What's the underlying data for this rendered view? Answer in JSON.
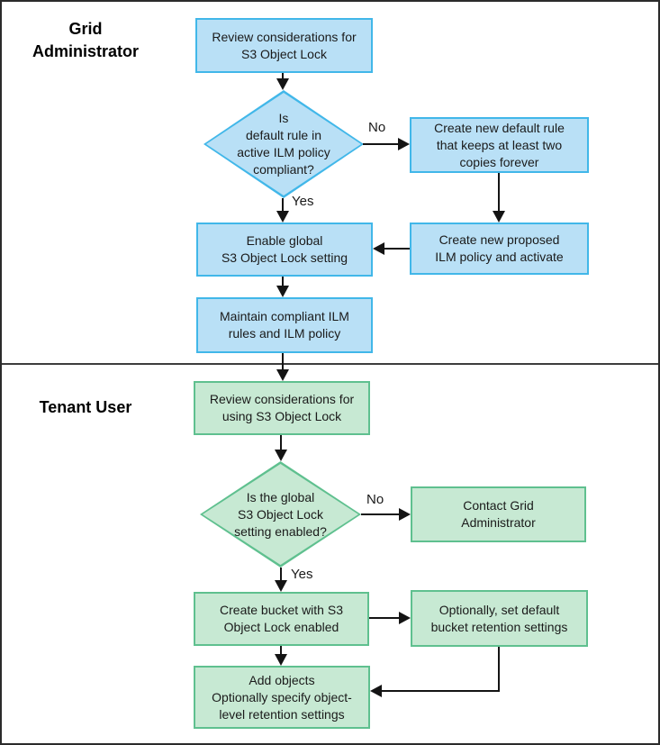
{
  "sections": {
    "grid_admin": {
      "title": "Grid\nAdministrator"
    },
    "tenant": {
      "title": "Tenant User"
    }
  },
  "nodes": {
    "review_grid": "Review considerations for\nS3 Object Lock",
    "decision_ilm": "Is\ndefault rule in\nactive ILM policy\ncompliant?",
    "create_default_rule": "Create new default rule\nthat keeps at least two\ncopies forever",
    "enable_global": "Enable global\nS3 Object Lock setting",
    "create_proposed": "Create new proposed\nILM policy and activate",
    "maintain_ilm": "Maintain compliant ILM\nrules and ILM policy",
    "review_tenant": "Review considerations for\nusing S3 Object Lock",
    "decision_global": "Is the global\nS3 Object Lock\nsetting enabled?",
    "contact_admin": "Contact Grid\nAdministrator",
    "create_bucket": "Create bucket with S3\nObject Lock enabled",
    "optional_retention": "Optionally, set default\nbucket retention settings",
    "add_objects": "Add objects\nOptionally specify object-\nlevel retention settings"
  },
  "edge_labels": {
    "grid_no": "No",
    "grid_yes": "Yes",
    "tenant_no": "No",
    "tenant_yes": "Yes"
  },
  "colors": {
    "blue_fill": "#B9E0F6",
    "blue_border": "#41B7E9",
    "green_fill": "#C7E9D3",
    "green_border": "#5FC08F",
    "arrow": "#141414",
    "divider": "#3D3D3D",
    "frame": "#2B2B2B",
    "text": "#1A1A1A"
  }
}
